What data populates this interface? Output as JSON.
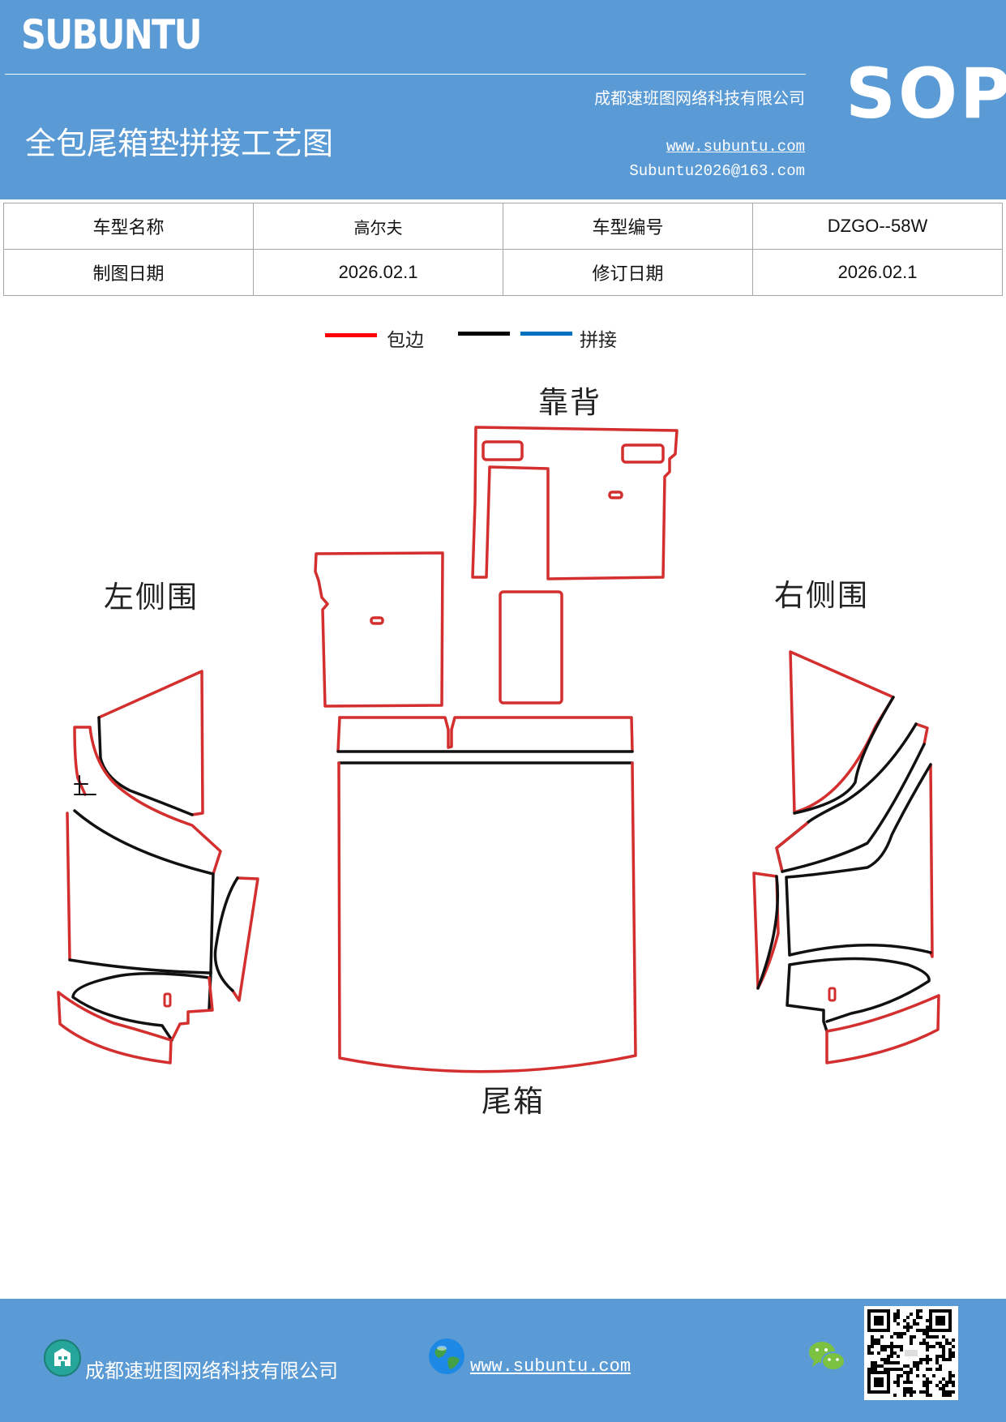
{
  "header": {
    "brand": "SUBUNTU",
    "company": "成都速班图网络科技有限公司",
    "title": "全包尾箱垫拼接工艺图",
    "website": "www.subuntu.com",
    "email": "Subuntu2026@163.com",
    "badge": "SOP"
  },
  "info_table": {
    "rows": [
      {
        "label1": "车型名称",
        "value1": "高尔夫",
        "label2": "车型编号",
        "value2": "DZGO--58W"
      },
      {
        "label1": "制图日期",
        "value1": "2026.02.1",
        "label2": "修订日期",
        "value2": "2026.02.1"
      }
    ]
  },
  "legend": {
    "items": [
      {
        "label": "包边",
        "color": "#ff0000"
      },
      {
        "label": "",
        "color": "#000000"
      },
      {
        "label": "拼接",
        "color": "#0070c0"
      }
    ]
  },
  "diagram": {
    "labels": {
      "backrest": "靠背",
      "left_side": "左侧围",
      "right_side": "右侧围",
      "trunk": "尾箱",
      "mark_up": "上"
    },
    "colors": {
      "edge": "#d32f2f",
      "seam": "#111111"
    }
  },
  "footer": {
    "company": "成都速班图网络科技有限公司",
    "website": "www.subuntu.com",
    "icons": [
      "building-icon",
      "globe-icon",
      "wechat-icon",
      "qr-code"
    ]
  }
}
